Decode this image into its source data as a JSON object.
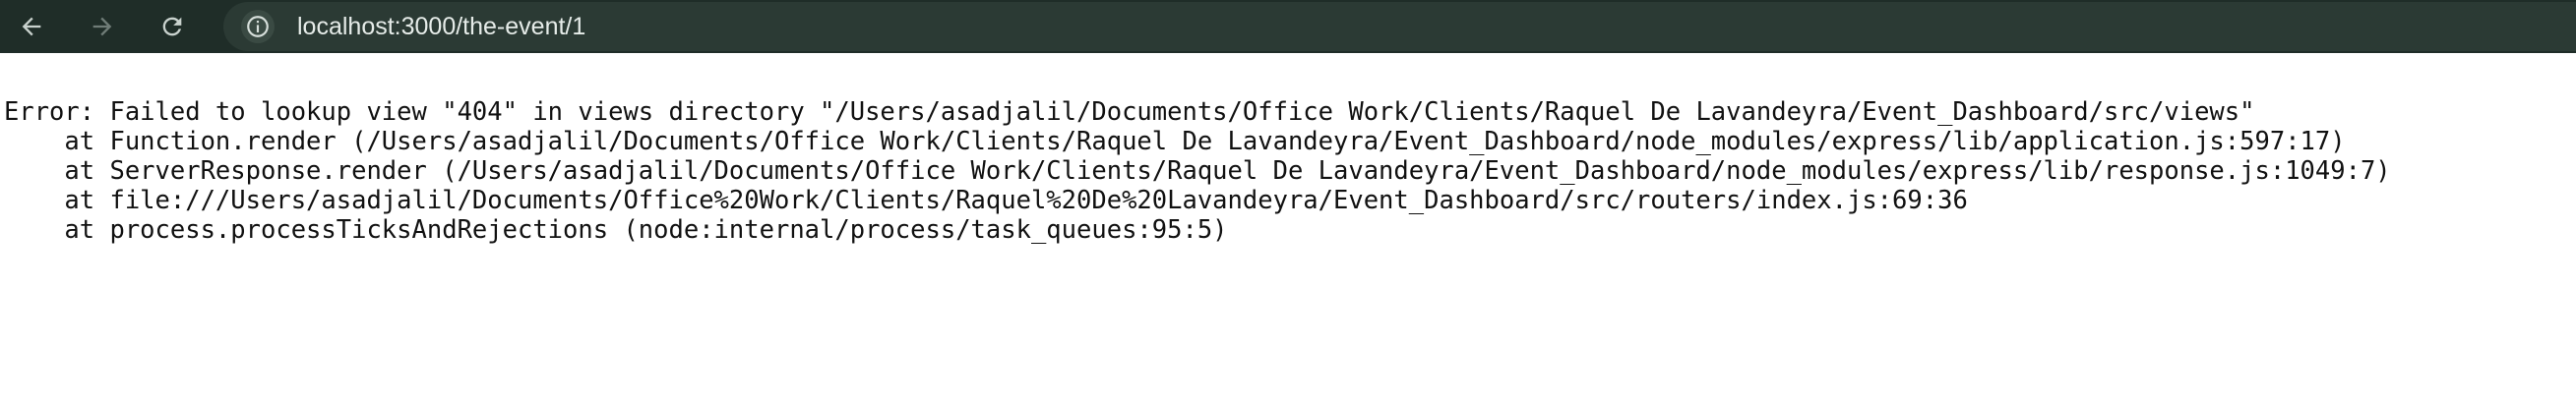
{
  "browser": {
    "url": "localhost:3000/the-event/1",
    "nav_icons": {
      "back": "arrow-left-icon",
      "forward": "arrow-right-icon",
      "reload": "reload-icon",
      "site_info": "tune-icon"
    }
  },
  "error": {
    "lines": [
      "Error: Failed to lookup view \"404\" in views directory \"/Users/asadjalil/Documents/Office Work/Clients/Raquel De Lavandeyra/Event_Dashboard/src/views\"",
      "    at Function.render (/Users/asadjalil/Documents/Office Work/Clients/Raquel De Lavandeyra/Event_Dashboard/node_modules/express/lib/application.js:597:17)",
      "    at ServerResponse.render (/Users/asadjalil/Documents/Office Work/Clients/Raquel De Lavandeyra/Event_Dashboard/node_modules/express/lib/response.js:1049:7)",
      "    at file:///Users/asadjalil/Documents/Office%20Work/Clients/Raquel%20De%20Lavandeyra/Event_Dashboard/src/routers/index.js:69:36",
      "    at process.processTicksAndRejections (node:internal/process/task_queues:95:5)"
    ]
  },
  "colors": {
    "toolbar_bg": "#1f2d28",
    "omnibox_bg": "#2b3a34",
    "url_text": "#e6ece9",
    "page_bg": "#ffffff",
    "error_text": "#111111"
  }
}
